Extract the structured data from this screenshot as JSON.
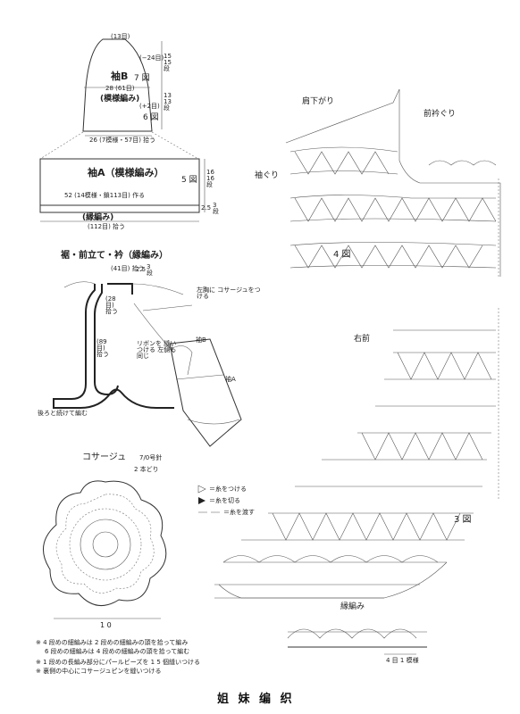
{
  "sleeve_b": {
    "title": "袖B",
    "pattern": "(模様編み)",
    "fig7": "7 図",
    "fig6": "6 図",
    "top_count": "(13目)",
    "minus": "(−24目)",
    "plus": "(+2目)",
    "width": "28 (61目)",
    "rows_top": "15 15 段",
    "rows_bottom": "13 13 段",
    "bottom_width": "26 (7模様・57目) 拾う"
  },
  "sleeve_a": {
    "title": "袖A（模様編み）",
    "fig5": "5 図",
    "cast_on": "52 (14模様・鎖113目) 作る",
    "rows": "16 16 段",
    "edge": "(縁編み)",
    "edge_pick": "(112目) 拾う",
    "edge_dim": "2.5",
    "edge_rows": "3 段"
  },
  "body_section": {
    "title": "裾・前立て・衿（縁編み）",
    "collar_count": "(41目) 拾う",
    "side_count": "(28目) 拾う",
    "front_count": "(89目) 拾う",
    "dim": "2.5",
    "dim_rows": "3 段",
    "note_corsage": "左胸に コサージュをつける",
    "note_ribbon": "リボンを 縫いつける 左側も同じ",
    "label_sleeve_b": "袖B",
    "label_sleeve_a": "袖A",
    "note_continue": "後ろと続けて編む"
  },
  "corsage": {
    "title": "コサージュ",
    "hook": "7/0号針",
    "strands": "2 本どり",
    "width": "1 0"
  },
  "fig4": {
    "label": "4 図",
    "shoulder": "肩下がり",
    "front_neck": "前衿ぐり",
    "armhole": "袖ぐり"
  },
  "fig3": {
    "label": "3 図",
    "right_front": "右前",
    "edge": "縁編み",
    "repeat": "4 目 1 模様"
  },
  "legend": {
    "attach": "＝糸をつける",
    "cut": "＝糸を切る",
    "pass": "＝糸を渡す"
  },
  "notes": [
    "※ 4 段めの細編みは 2 段めの細編みの頭を拾って編み",
    "6 段めの細編みは 4 段めの細編みの頭を拾って編む",
    "※ 1 段めの長編み部分にパールビーズを 1 5 個縫いつける",
    "※ 裏側の中心にコサージュピンを縫いつける"
  ],
  "logo": "姐 妹 编 织"
}
